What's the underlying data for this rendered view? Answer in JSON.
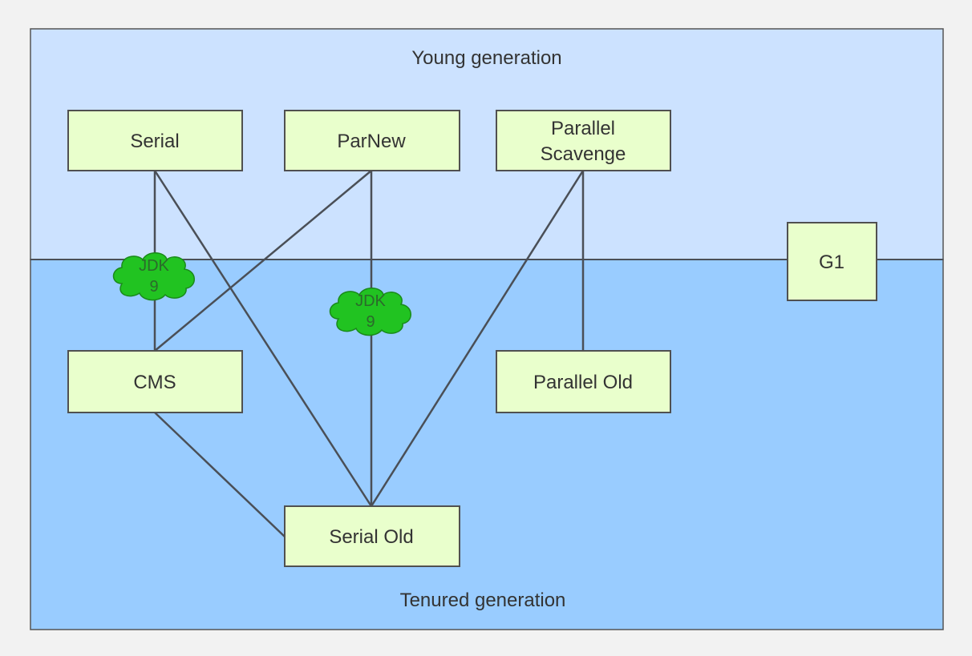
{
  "zones": {
    "young": {
      "label": "Young generation",
      "color": "#cce2ff"
    },
    "tenured": {
      "label": "Tenured generation",
      "color": "#99ccff"
    }
  },
  "collectors": {
    "serial": "Serial",
    "parnew": "ParNew",
    "parallel_scavenge": [
      "Parallel",
      "Scavenge"
    ],
    "g1": "G1",
    "cms": "CMS",
    "parallel_old": "Parallel Old",
    "serial_old": "Serial Old"
  },
  "connections": [
    [
      "serial",
      "cms"
    ],
    [
      "serial",
      "serial_old"
    ],
    [
      "parnew",
      "cms"
    ],
    [
      "parnew",
      "serial_old"
    ],
    [
      "parallel_scavenge",
      "serial_old"
    ],
    [
      "parallel_scavenge",
      "parallel_old"
    ],
    [
      "cms",
      "serial_old"
    ]
  ],
  "deprecations": [
    {
      "edge": [
        "serial",
        "cms"
      ],
      "lines": [
        "JDK",
        "9"
      ]
    },
    {
      "edge": [
        "parnew",
        "serial_old"
      ],
      "lines": [
        "JDK",
        "9"
      ]
    }
  ],
  "colors": {
    "node_fill": "#e9ffcc",
    "edge": "#4a4f57",
    "cloud": "#21c321"
  }
}
